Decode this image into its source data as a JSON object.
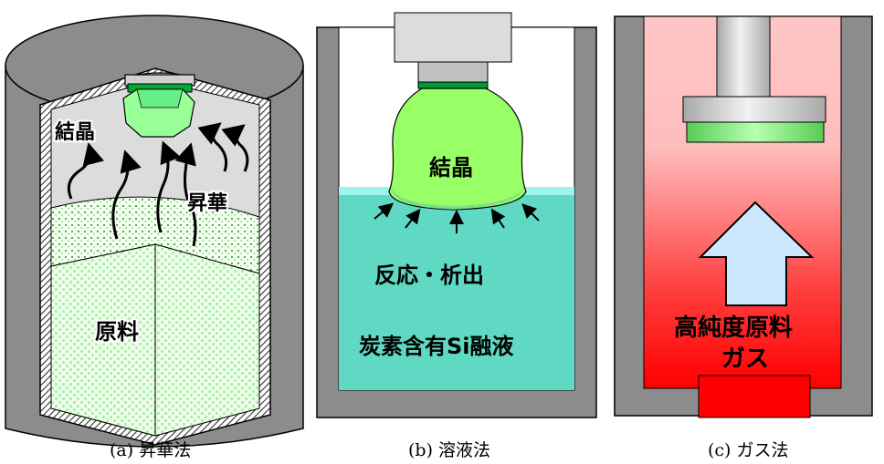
{
  "panel_a": {
    "crystal_label": "結晶",
    "sublimation_label": "昇華",
    "source_label": "原料",
    "caption": "(a) 昇華法"
  },
  "panel_b": {
    "crystal_label": "結晶",
    "reaction_label": "反応・析出",
    "melt_label": "炭素含有Si融液",
    "caption": "(b) 溶液法"
  },
  "panel_c": {
    "gas_label_line1": "高純度原料",
    "gas_label_line2": "ガス",
    "caption": "(c) ガス法"
  },
  "colors": {
    "crucible_gray": "#8c8c8c",
    "crystal_green": "#99ff66",
    "melt_teal": "#5fd9c4",
    "gas_red": "#ff0000",
    "arrow_blue": "#cce8ff"
  }
}
